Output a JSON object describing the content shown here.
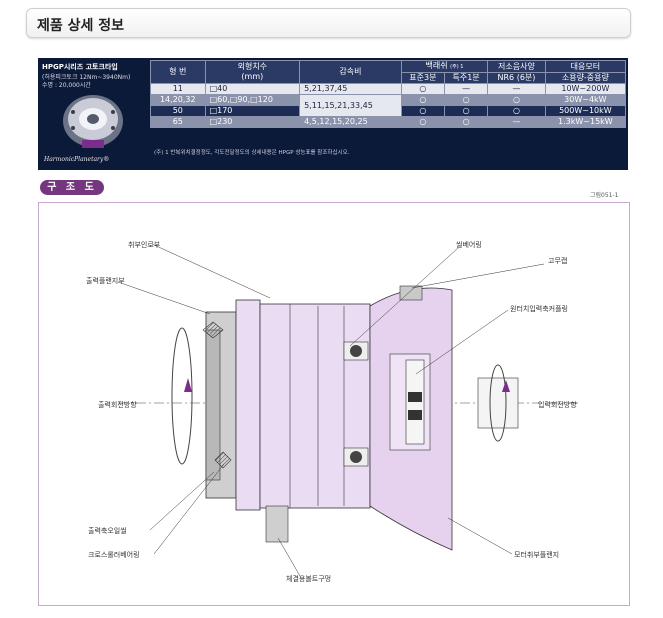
{
  "header": {
    "title": "제품 상세 정보"
  },
  "spec": {
    "series": "HPGP시리즈 고토크타입",
    "torque": "(허용피크토크 12Nm~3940Nm)",
    "life": "수명 : 20,000시간",
    "brand": "HarmonicPlanetary®",
    "headers": {
      "frame": "형 번",
      "dimension": "외형치수",
      "dimension_unit": "(mm)",
      "ratio": "감속비",
      "backlash": "백래쉬",
      "backlash_note": "(주) 1",
      "backlash_std": "표준3분",
      "backlash_special": "특주1분",
      "low_backlash": "저소음사양",
      "low_backlash_sub": "NR6 (6분)",
      "motor": "대응모터",
      "motor_sub": "소용량-중용량"
    },
    "rows": [
      {
        "frame": "11",
        "dim": "□40",
        "ratio": "5,21,37,45",
        "std": "○",
        "special": "—",
        "nr6": "—",
        "motor": "10W~200W"
      },
      {
        "frame": "14,20,32",
        "dim": "□60,□90,□120",
        "ratio": "5,11,15,21,33,45",
        "std": "○",
        "special": "○",
        "nr6": "○",
        "motor": "30W~4kW"
      },
      {
        "frame": "50",
        "dim": "□170",
        "ratio": "",
        "std": "○",
        "special": "○",
        "nr6": "○",
        "motor": "500W~10kW"
      },
      {
        "frame": "65",
        "dim": "□230",
        "ratio": "4,5,12,15,20,25",
        "std": "○",
        "special": "○",
        "nr6": "—",
        "motor": "1.3kW~15kW"
      }
    ],
    "note": "(주) 1 반복위치결정정도, 각도전달정도의 상세내용은 HPGP 성능표를 참조하십시오."
  },
  "structure": {
    "label": "구 조 도",
    "figure_no": "그림051-1",
    "labels": {
      "housing": "취부인로부",
      "output_flange": "출력플랜지부",
      "output_rotation": "출력회전방향",
      "output_seal": "출력축오일씰",
      "cross_roller": "크로스롤러베어링",
      "mount_holes": "체결용볼트구멍",
      "seal_bearing": "씰베어링",
      "rubber_cap": "고무캡",
      "coupling": "원터치입력축커플링",
      "input_rotation": "입력회전방향",
      "motor_flange": "모터취부플랜지"
    }
  },
  "colors": {
    "accent": "#73367f",
    "navy": "#0c1a3a",
    "lilac": "#eadcf2"
  }
}
